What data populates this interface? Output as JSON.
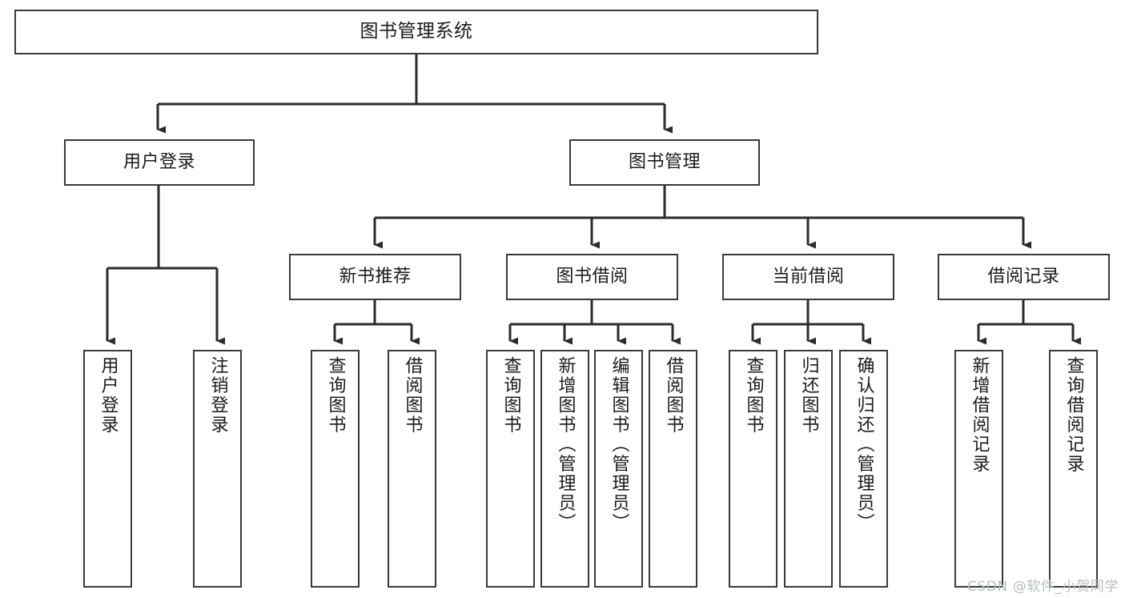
{
  "diagram": {
    "title": "图书管理系统",
    "type": "tree-hierarchy",
    "orientation": "top-down",
    "style": {
      "box_stroke": "#3a3a3a",
      "box_fill": "#ffffff",
      "text_color": "#1b1b1b",
      "connector": "#2b2b2b"
    }
  },
  "nodes": {
    "root": {
      "label": "图书管理系统",
      "level": 0
    },
    "level1": [
      {
        "id": "user-login",
        "label": "用户登录"
      },
      {
        "id": "book-manage",
        "label": "图书管理"
      }
    ],
    "level2": [
      {
        "id": "new-book-rec",
        "label": "新书推荐",
        "parent": "book-manage"
      },
      {
        "id": "book-borrow",
        "label": "图书借阅",
        "parent": "book-manage"
      },
      {
        "id": "current-borrow",
        "label": "当前借阅",
        "parent": "book-manage"
      },
      {
        "id": "borrow-record",
        "label": "借阅记录",
        "parent": "book-manage"
      }
    ],
    "leaves": [
      {
        "id": "leaf-user-login",
        "label": "用户登录",
        "parent": "user-login"
      },
      {
        "id": "leaf-user-logout",
        "label": "注销登录",
        "parent": "user-login"
      },
      {
        "id": "leaf-query-book-1",
        "label": "查询图书",
        "parent": "new-book-rec"
      },
      {
        "id": "leaf-borrow-book-1",
        "label": "借阅图书",
        "parent": "new-book-rec"
      },
      {
        "id": "leaf-query-book-2",
        "label": "查询图书",
        "parent": "book-borrow"
      },
      {
        "id": "leaf-add-book",
        "label": "新增图书（管理员）",
        "parent": "book-borrow"
      },
      {
        "id": "leaf-edit-book",
        "label": "编辑图书（管理员）",
        "parent": "book-borrow"
      },
      {
        "id": "leaf-borrow-book-2",
        "label": "借阅图书",
        "parent": "book-borrow"
      },
      {
        "id": "leaf-query-book-3",
        "label": "查询图书",
        "parent": "current-borrow"
      },
      {
        "id": "leaf-return-book",
        "label": "归还图书",
        "parent": "current-borrow"
      },
      {
        "id": "leaf-confirm-return",
        "label": "确认归还（管理员）",
        "parent": "current-borrow"
      },
      {
        "id": "leaf-add-record",
        "label": "新增借阅记录",
        "parent": "borrow-record"
      },
      {
        "id": "leaf-query-record",
        "label": "查询借阅记录",
        "parent": "borrow-record"
      }
    ]
  },
  "watermark": {
    "text": "CSDN @软件_小贺同学"
  }
}
